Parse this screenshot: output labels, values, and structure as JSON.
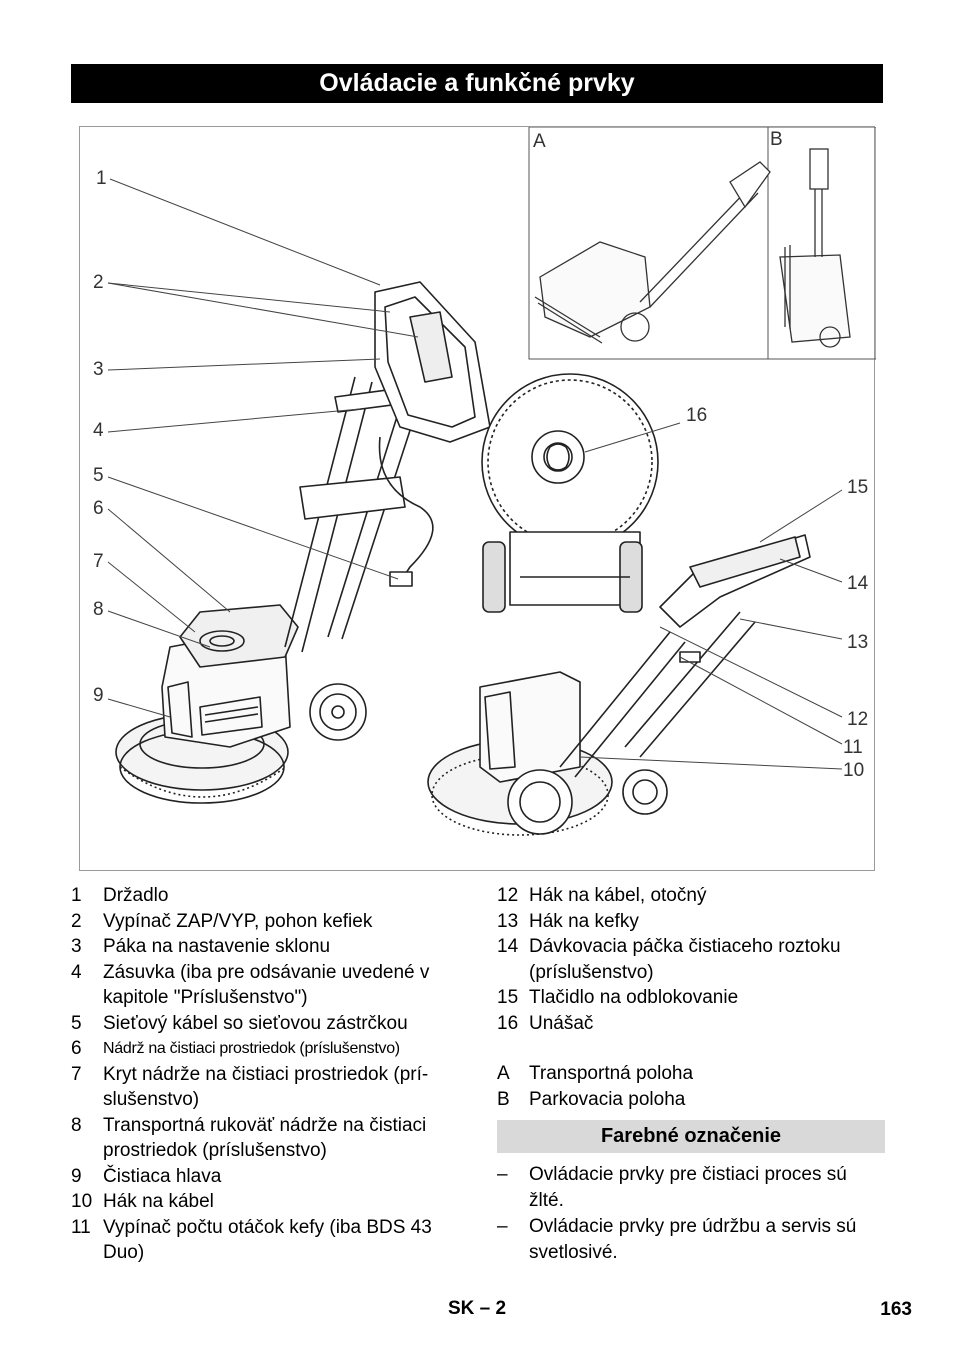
{
  "title": "Ovládacie a funkčné prvky",
  "figure": {
    "callouts": [
      "1",
      "2",
      "3",
      "4",
      "5",
      "6",
      "7",
      "8",
      "9",
      "16",
      "15",
      "14",
      "13",
      "12",
      "11",
      "10"
    ],
    "inset_a": "A",
    "inset_b": "B"
  },
  "left_items": [
    {
      "num": "1",
      "text": "Držadlo"
    },
    {
      "num": "2",
      "text": "Vypínač ZAP/VYP, pohon kefiek"
    },
    {
      "num": "3",
      "text": "Páka na nastavenie sklonu"
    },
    {
      "num": "4",
      "text": "Zásuvka (iba pre odsávanie uvedené v kapitole \"Príslušenstvo\")"
    },
    {
      "num": "5",
      "text": "Sieťový kábel so sieťovou zástrčkou"
    },
    {
      "num": "6",
      "text": "Nádrž na čistiaci prostriedok (príslušenstvo)"
    },
    {
      "num": "7",
      "text": "Kryt nádrže na čistiaci prostriedok (prí-slušenstvo)"
    },
    {
      "num": "8",
      "text": "Transportná rukoväť nádrže na čistiaci prostriedok (príslušenstvo)"
    },
    {
      "num": "9",
      "text": "Čistiaca hlava"
    },
    {
      "num": "10",
      "text": "Hák na kábel"
    },
    {
      "num": "11",
      "text": "Vypínač počtu otáčok kefy (iba BDS 43 Duo)"
    }
  ],
  "right_items": [
    {
      "num": "12",
      "text": "Hák na kábel, otočný"
    },
    {
      "num": "13",
      "text": "Hák na kefky"
    },
    {
      "num": "14",
      "text": "Dávkovacia páčka čistiaceho roztoku (príslušenstvo)"
    },
    {
      "num": "15",
      "text": "Tlačidlo na odblokovanie"
    },
    {
      "num": "16",
      "text": "Unášač"
    }
  ],
  "position_items": [
    {
      "num": "A",
      "text": "Transportná poloha"
    },
    {
      "num": "B",
      "text": "Parkovacia poloha"
    }
  ],
  "section_title": "Farebné označenie",
  "bullets": [
    {
      "dash": "–",
      "text": "Ovládacie prvky pre čistiaci proces sú žlté."
    },
    {
      "dash": "–",
      "text": "Ovládacie prvky pre údržbu a servis sú svetlosivé."
    }
  ],
  "footer": {
    "center": "SK – 2",
    "page": "163"
  }
}
